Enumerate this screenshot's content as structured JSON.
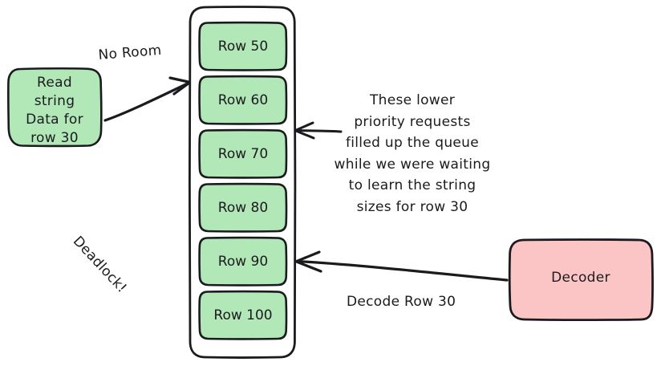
{
  "diagram": {
    "title": "Deadlock queue diagram",
    "colors": {
      "green_fill": "#b2e8b8",
      "pink_fill": "#fcc5c5",
      "stroke": "#1b1b1f",
      "background": "#ffffff"
    },
    "read_request_box": {
      "label": "Read\nstring\nData for\nrow 30",
      "fill": "#b2e8b8"
    },
    "arrow_no_room": {
      "label": "No Room"
    },
    "queue": {
      "name": "request-queue",
      "items": [
        {
          "label": "Row 50"
        },
        {
          "label": "Row 60"
        },
        {
          "label": "Row 70"
        },
        {
          "label": "Row 80"
        },
        {
          "label": "Row 90"
        },
        {
          "label": "Row 100"
        }
      ]
    },
    "queue_annotation": {
      "lines": [
        "These lower",
        "priority requests",
        "filled up the queue",
        "while we were waiting",
        "to learn the string",
        "sizes for row 30"
      ],
      "text": "These lower\npriority requests\nfilled up the queue\nwhile we were waiting\nto learn the string\nsizes for row 30"
    },
    "deadlock_label": {
      "label": "Deadlock!"
    },
    "decoder_box": {
      "label": "Decoder",
      "fill": "#fcc5c5"
    },
    "decode_arrow": {
      "label": "Decode Row 30"
    }
  }
}
